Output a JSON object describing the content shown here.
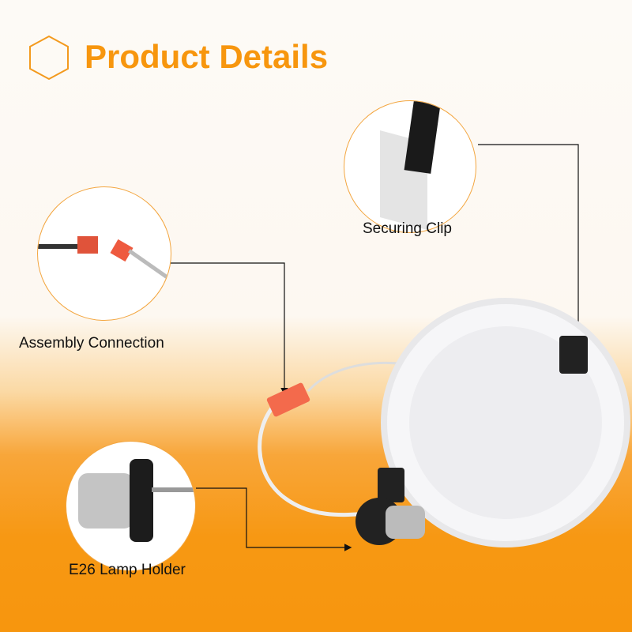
{
  "header": {
    "title": "Product Details",
    "icon": "hexagon-icon"
  },
  "callouts": [
    {
      "label": "Securing Clip"
    },
    {
      "label": "Assembly Connection"
    },
    {
      "label": "E26 Lamp Holder"
    }
  ],
  "colors": {
    "accent": "#f7960e"
  }
}
